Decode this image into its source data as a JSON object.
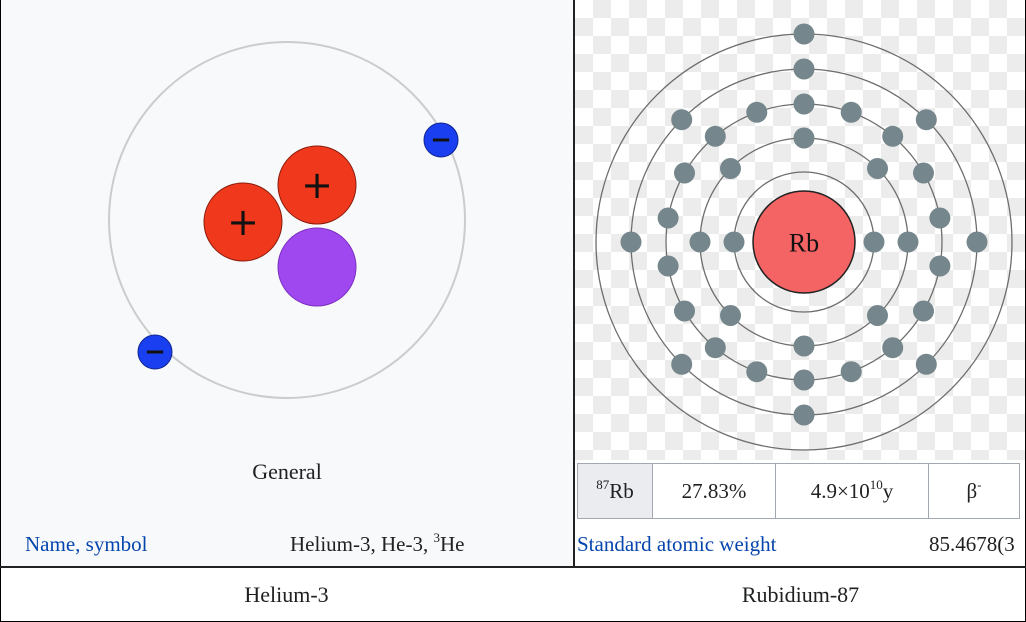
{
  "left": {
    "section_label": "General",
    "name_label": "Name, symbol",
    "name_value_text": "Helium-3, He-3, ",
    "name_value_sup": "3",
    "name_value_sym": "He",
    "caption": "Helium-3",
    "diagram": {
      "electron_sign": "−",
      "proton_sign": "+"
    }
  },
  "right": {
    "element_symbol": "Rb",
    "shell_electrons": [
      2,
      8,
      18,
      8,
      1
    ],
    "table": {
      "isotope_sup": "87",
      "isotope_sym": "Rb",
      "abundance": "27.83%",
      "half_life_base": "4.9×10",
      "half_life_exp": "10",
      "half_life_unit": "y",
      "decay": "β",
      "decay_sup": "-"
    },
    "weight_label": "Standard atomic weight",
    "weight_value": "85.4678(3",
    "caption": "Rubidium-87"
  },
  "colors": {
    "proton": "#f0391c",
    "neutron": "#a048f0",
    "electron": "#1a3ff0",
    "rb_nucleus": "#f56464",
    "shell_electron": "#75878c",
    "link": "#0645ad"
  }
}
